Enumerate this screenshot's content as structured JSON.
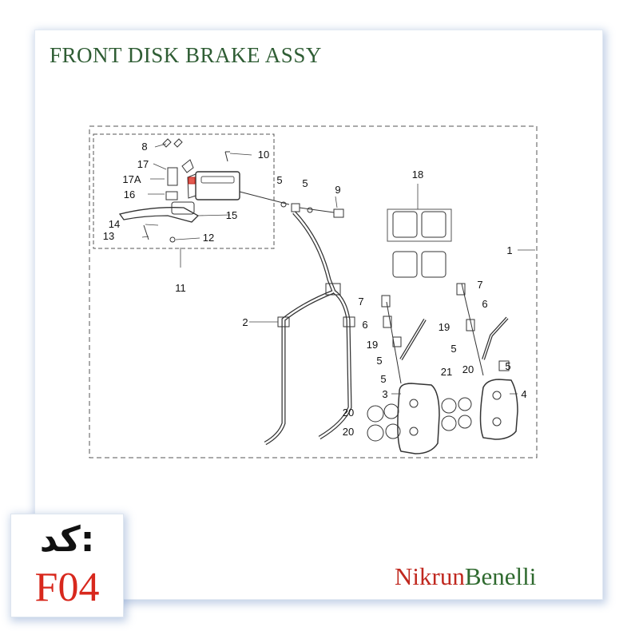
{
  "title": "FRONT DISK BRAKE ASSY",
  "brand": {
    "part1": "Nikrun",
    "part2": "Benelli"
  },
  "code": {
    "label": "کد:",
    "value": "F04"
  },
  "colors": {
    "title": "#2f5d34",
    "brand_red": "#c0281f",
    "brand_green": "#2f6a2f",
    "code_red": "#d8281d",
    "frame_shadow": "#7896c8"
  },
  "callouts": [
    "1",
    "2",
    "3",
    "4",
    "5",
    "5",
    "5",
    "5",
    "5",
    "5",
    "6",
    "6",
    "7",
    "7",
    "8",
    "9",
    "10",
    "11",
    "12",
    "13",
    "14",
    "15",
    "16",
    "17",
    "17A",
    "18",
    "19",
    "19",
    "20",
    "20",
    "20",
    "21"
  ]
}
